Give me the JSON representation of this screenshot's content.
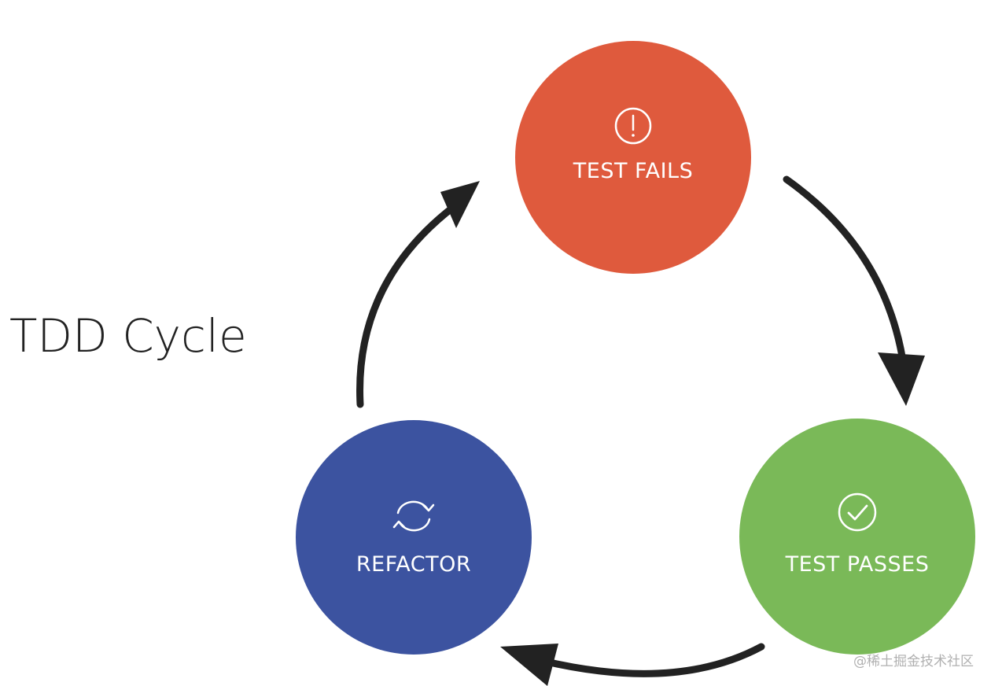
{
  "title": "TDD Cycle",
  "stages": {
    "fail": {
      "label": "TEST FAILS",
      "icon": "exclamation-icon",
      "color": "#df5a3d"
    },
    "pass": {
      "label": "TEST PASSES",
      "icon": "checkmark-icon",
      "color": "#7ab958"
    },
    "refactor": {
      "label": "REFACTOR",
      "icon": "refresh-icon",
      "color": "#3c53a0"
    }
  },
  "arrow_color": "#222222",
  "watermark": "@稀土掘金技术社区"
}
